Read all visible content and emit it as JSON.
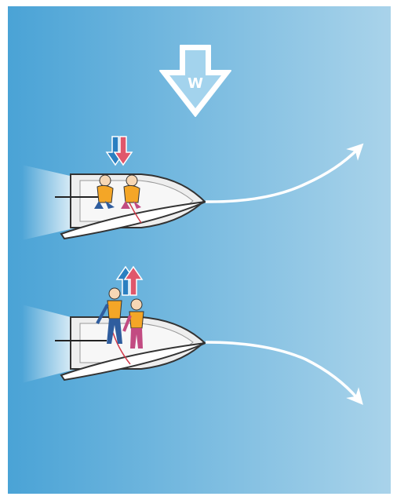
{
  "wind_indicator": {
    "label": "W",
    "direction": "down",
    "color": "#ffffff",
    "text_color": "#3a9fd1"
  },
  "background": {
    "gradient_start": "#4aa3d6",
    "gradient_end": "#a9d3ea"
  },
  "scenarios": [
    {
      "crew_motion_icon": "down-arrows-icon",
      "crew_motion": "down",
      "crew_posture": "crouched",
      "path_turn": "up"
    },
    {
      "crew_motion_icon": "up-arrows-icon",
      "crew_motion": "up",
      "crew_posture": "standing",
      "path_turn": "down"
    }
  ],
  "colors": {
    "arrow_blue": "#2a7fc1",
    "arrow_red": "#e0576b",
    "crew_blue": "#2f5d9e",
    "crew_pink": "#c24b82",
    "lifejacket": "#f4a627",
    "hull": "#eeeeee",
    "sail_shadow": "#ffffff"
  }
}
